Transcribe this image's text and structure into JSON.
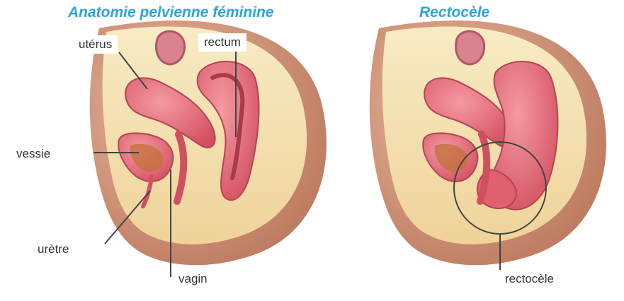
{
  "panels": [
    {
      "title": "Anatomie pelvienne féminine",
      "labels": {
        "uterus": "utérus",
        "rectum": "rectum",
        "vessie": "vessie",
        "uretre": "urètre",
        "vagin": "vagin"
      }
    },
    {
      "title": "Rectocèle",
      "labels": {
        "rectocele": "rectocèle"
      }
    }
  ],
  "colors": {
    "title": "#2aa5dd",
    "skin": "#c98a6b",
    "fat": "#f3dfa8",
    "organ": "#e46b78",
    "organ_inner": "#b94a55",
    "leader_line": "#444444"
  }
}
